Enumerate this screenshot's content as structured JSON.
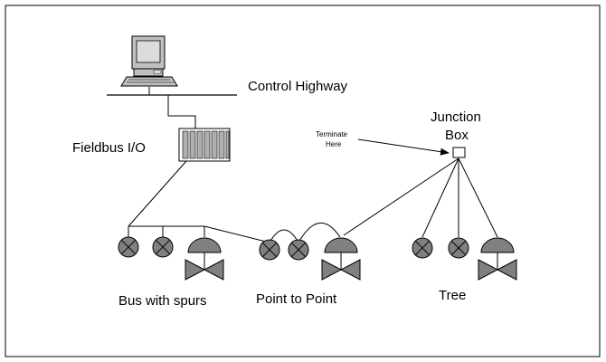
{
  "labels": {
    "control_highway": "Control Highway",
    "fieldbus_io": "Fieldbus I/O",
    "junction_box_line1": "Junction",
    "junction_box_line2": "Box",
    "terminate_line1": "Terminate",
    "terminate_line2": "Here",
    "bus_with_spurs": "Bus with spurs",
    "point_to_point": "Point to Point",
    "tree": "Tree"
  },
  "icons": [
    "computer-icon",
    "fieldbus-io-rack-icon",
    "junction-box-icon",
    "instrument-icon",
    "control-valve-icon"
  ],
  "colors": {
    "background": "#ffffff",
    "stroke": "#000000",
    "device_fill": "#808080",
    "computer_screen": "#c0c0c0",
    "rack_slot": "#b0b0b0"
  }
}
